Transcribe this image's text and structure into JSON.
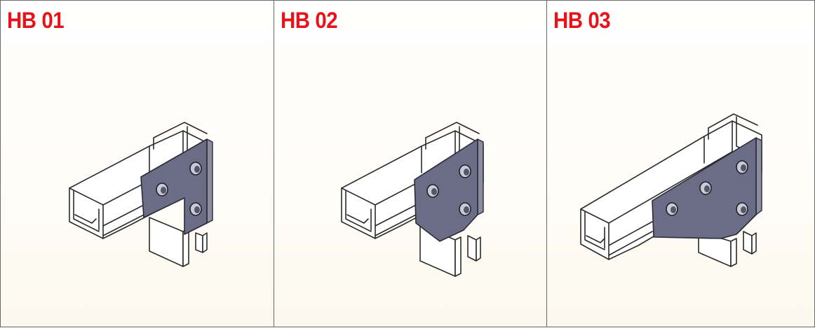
{
  "theme": {
    "label_color": "#e8121a",
    "plate_color": "#6b6c85"
  },
  "panels": [
    {
      "label": "HB 01",
      "icon": "hb01-bracket-drawing"
    },
    {
      "label": "HB 02",
      "icon": "hb02-bracket-drawing"
    },
    {
      "label": "HB 03",
      "icon": "hb03-bracket-drawing"
    }
  ]
}
